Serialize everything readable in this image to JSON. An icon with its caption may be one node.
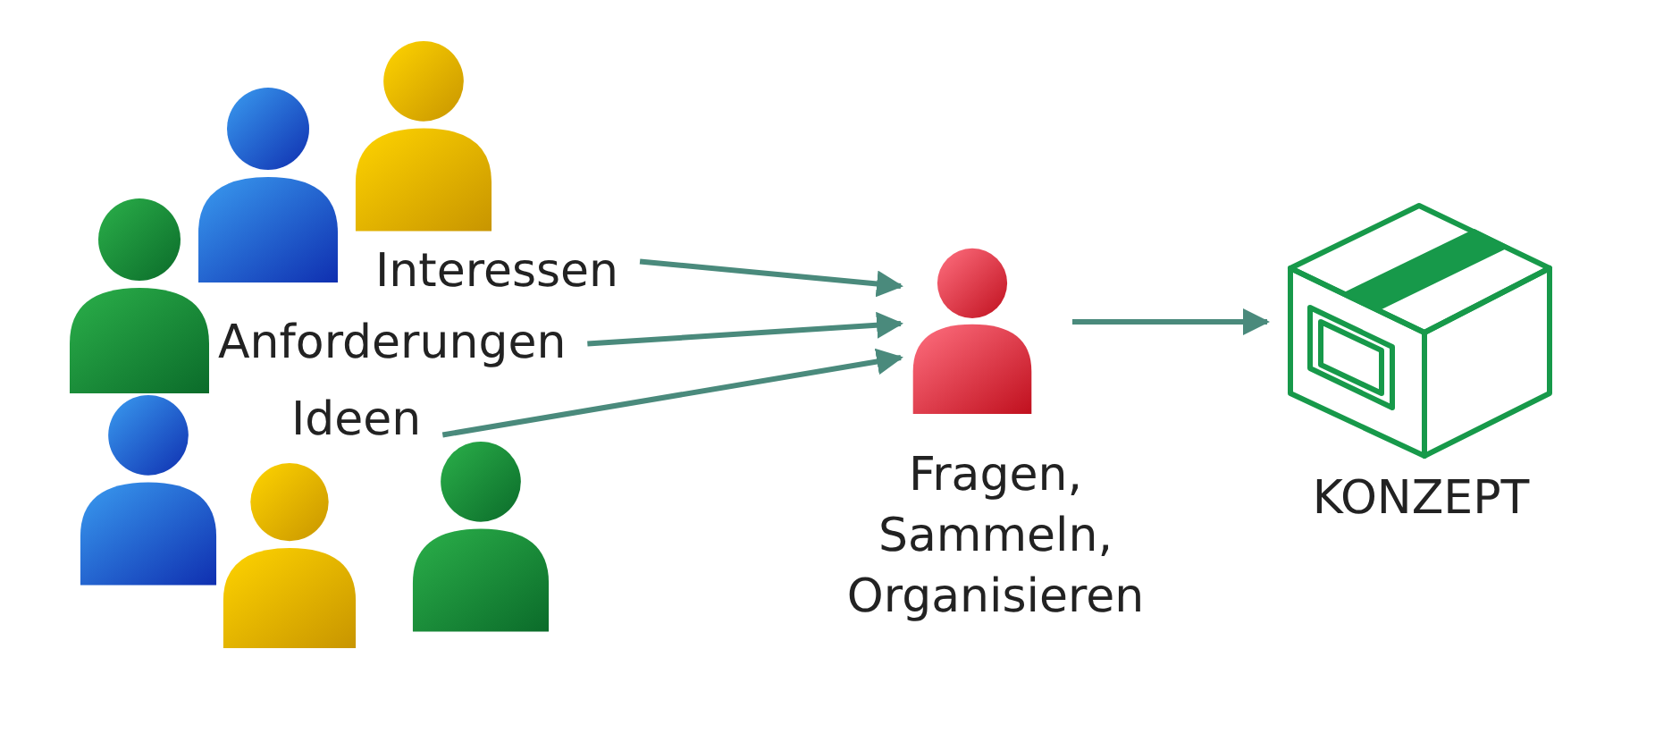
{
  "diagram": {
    "nodes": [
      {
        "text": [
          "Interessen"
        ]
      },
      {
        "text": [
          "Anforderungen"
        ]
      },
      {
        "text": [
          "Ideen"
        ]
      },
      {
        "text": [],
        "shape": "person",
        "beside": [
          "Fragen, Sammeln, Organisieren"
        ]
      },
      {
        "text": [
          "KONZEPT"
        ]
      }
    ],
    "edges": [
      {
        "from": 0,
        "to": 3,
        "arrow": "to"
      },
      {
        "from": 1,
        "to": 3,
        "arrow": "to"
      },
      {
        "from": 2,
        "to": 3,
        "arrow": "to"
      },
      {
        "from": 3,
        "to": 4,
        "arrow": "to"
      }
    ]
  }
}
